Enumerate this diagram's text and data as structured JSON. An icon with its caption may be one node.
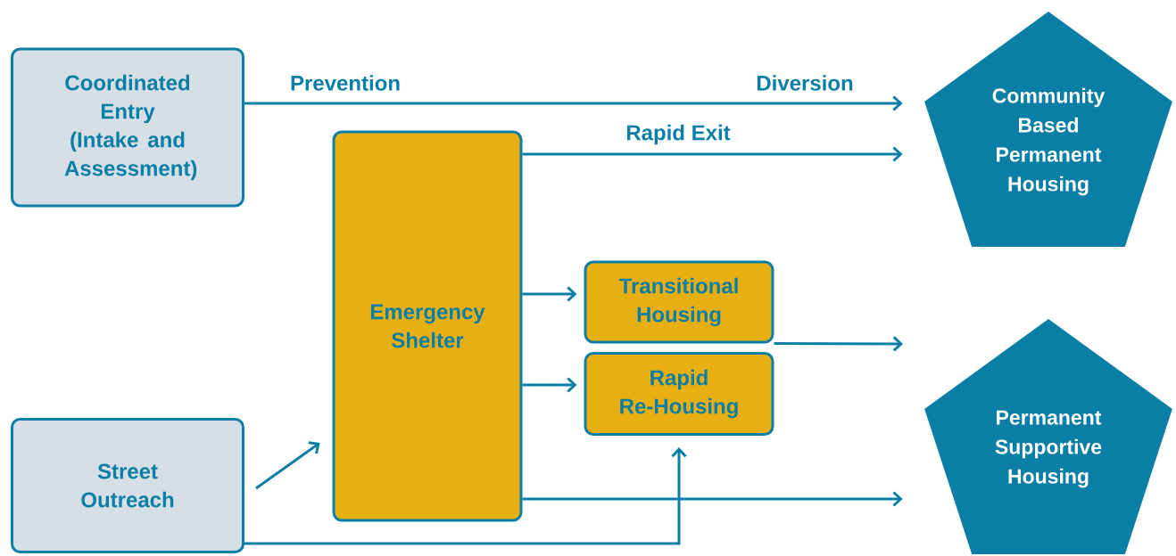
{
  "diagram": {
    "nodes": [
      {
        "text": [
          "Coordinated Entry (Intake and Assessment)"
        ]
      },
      {
        "text": [
          "Emergency Shelter"
        ]
      },
      {
        "text": [
          "Community Based Permanent Housing"
        ]
      },
      {
        "text": [
          "Transitional Housing"
        ]
      },
      {
        "text": [
          "Rapid Re-Housing"
        ]
      },
      {
        "text": [
          "Street Outreach"
        ]
      },
      {
        "text": [
          "Permanent Supportive Housing"
        ]
      }
    ],
    "edges": [
      {
        "from": 0,
        "to": 2,
        "arrow": "to",
        "label": "Prevention"
      },
      {
        "from": 1,
        "to": 2,
        "arrow": "to",
        "label": "Rapid Exit"
      },
      {
        "from": 1,
        "to": 3,
        "arrow": "to"
      },
      {
        "from": 1,
        "to": 4,
        "arrow": "to"
      },
      {
        "from": 3,
        "to": null,
        "arrow": "to"
      },
      {
        "from": 1,
        "to": 6,
        "arrow": "to"
      },
      {
        "from": 5,
        "to": 1,
        "arrow": "to"
      },
      {
        "from": 5,
        "to": 4,
        "arrow": "to"
      }
    ],
    "labels": [
      "Diversion"
    ]
  }
}
